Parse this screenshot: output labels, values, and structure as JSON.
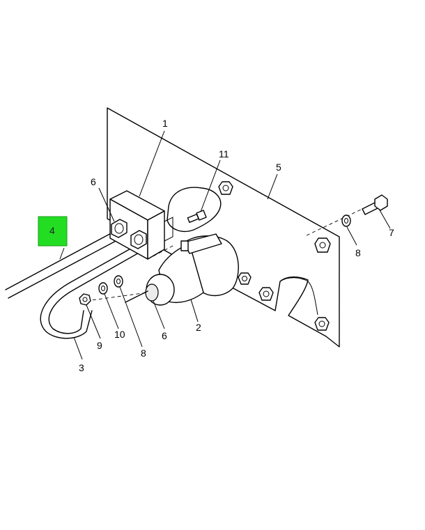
{
  "highlight_color": "#22dd22",
  "callouts": {
    "c1": "1",
    "c2": "2",
    "c3": "3",
    "c4": "4",
    "c5": "5",
    "c6a": "6",
    "c6b": "6",
    "c7": "7",
    "c8a": "8",
    "c8b": "8",
    "c9": "9",
    "c10": "10",
    "c11": "11"
  }
}
